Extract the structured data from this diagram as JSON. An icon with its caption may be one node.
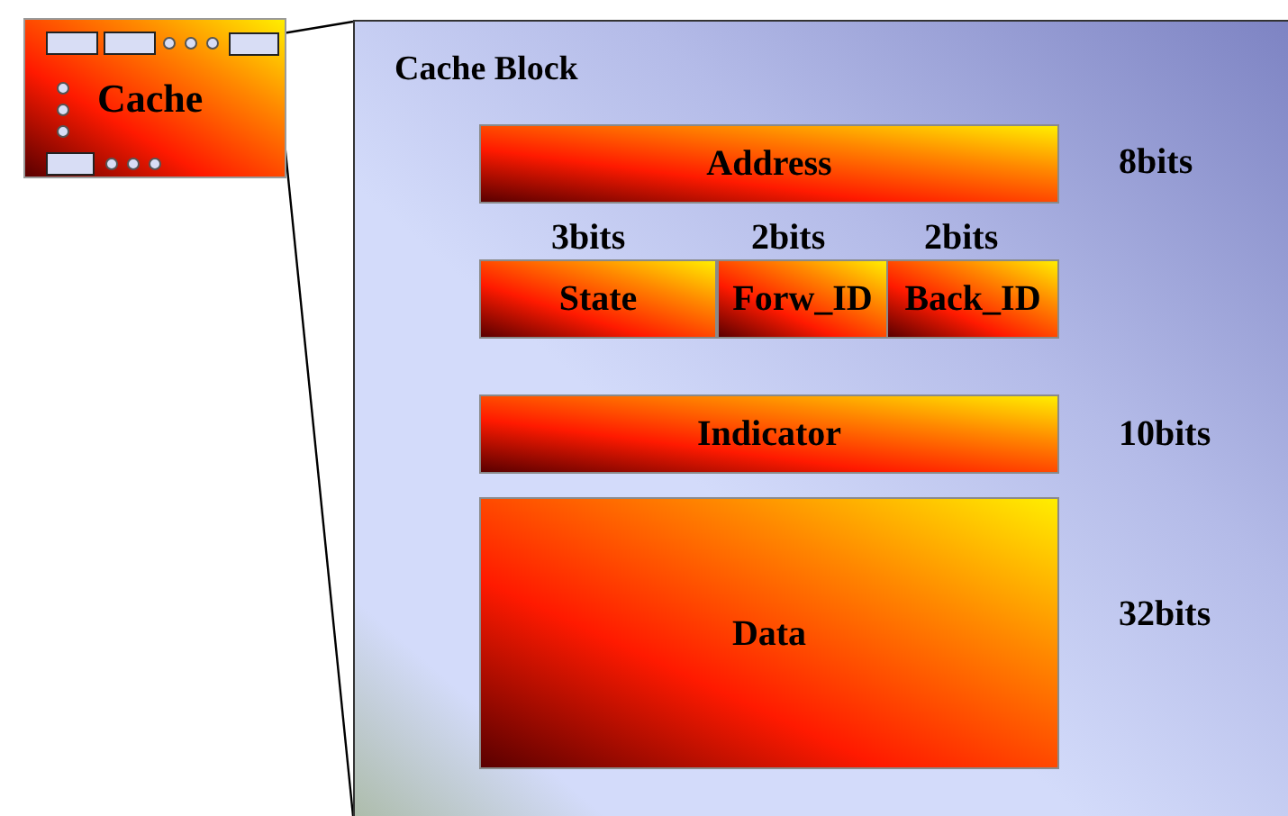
{
  "diagram": {
    "nodes": [
      {
        "text": [
          "Cache"
        ]
      },
      {
        "text": [],
        "shape": "box",
        "in": 0
      },
      {
        "text": [
          "Cache Block"
        ]
      },
      {
        "text": [
          "Address"
        ],
        "in": 2,
        "beside": [
          "8bits"
        ]
      },
      {
        "text": [
          "State"
        ],
        "in": 2,
        "beside": [
          "3bits"
        ]
      },
      {
        "text": [
          "Forw_ID"
        ],
        "in": 2,
        "beside": [
          "2bits"
        ]
      },
      {
        "text": [
          "Back_ID"
        ],
        "in": 2,
        "beside": [
          "2bits"
        ]
      },
      {
        "text": [
          "Indicator"
        ],
        "in": 2,
        "beside": [
          "10bits"
        ]
      },
      {
        "text": [
          "Data"
        ],
        "in": 2,
        "beside": [
          "32bits"
        ]
      }
    ],
    "edges": [
      {
        "from": 1,
        "to": 2,
        "arrow": "none"
      },
      {
        "from": 1,
        "to": 2,
        "arrow": "none"
      }
    ]
  }
}
